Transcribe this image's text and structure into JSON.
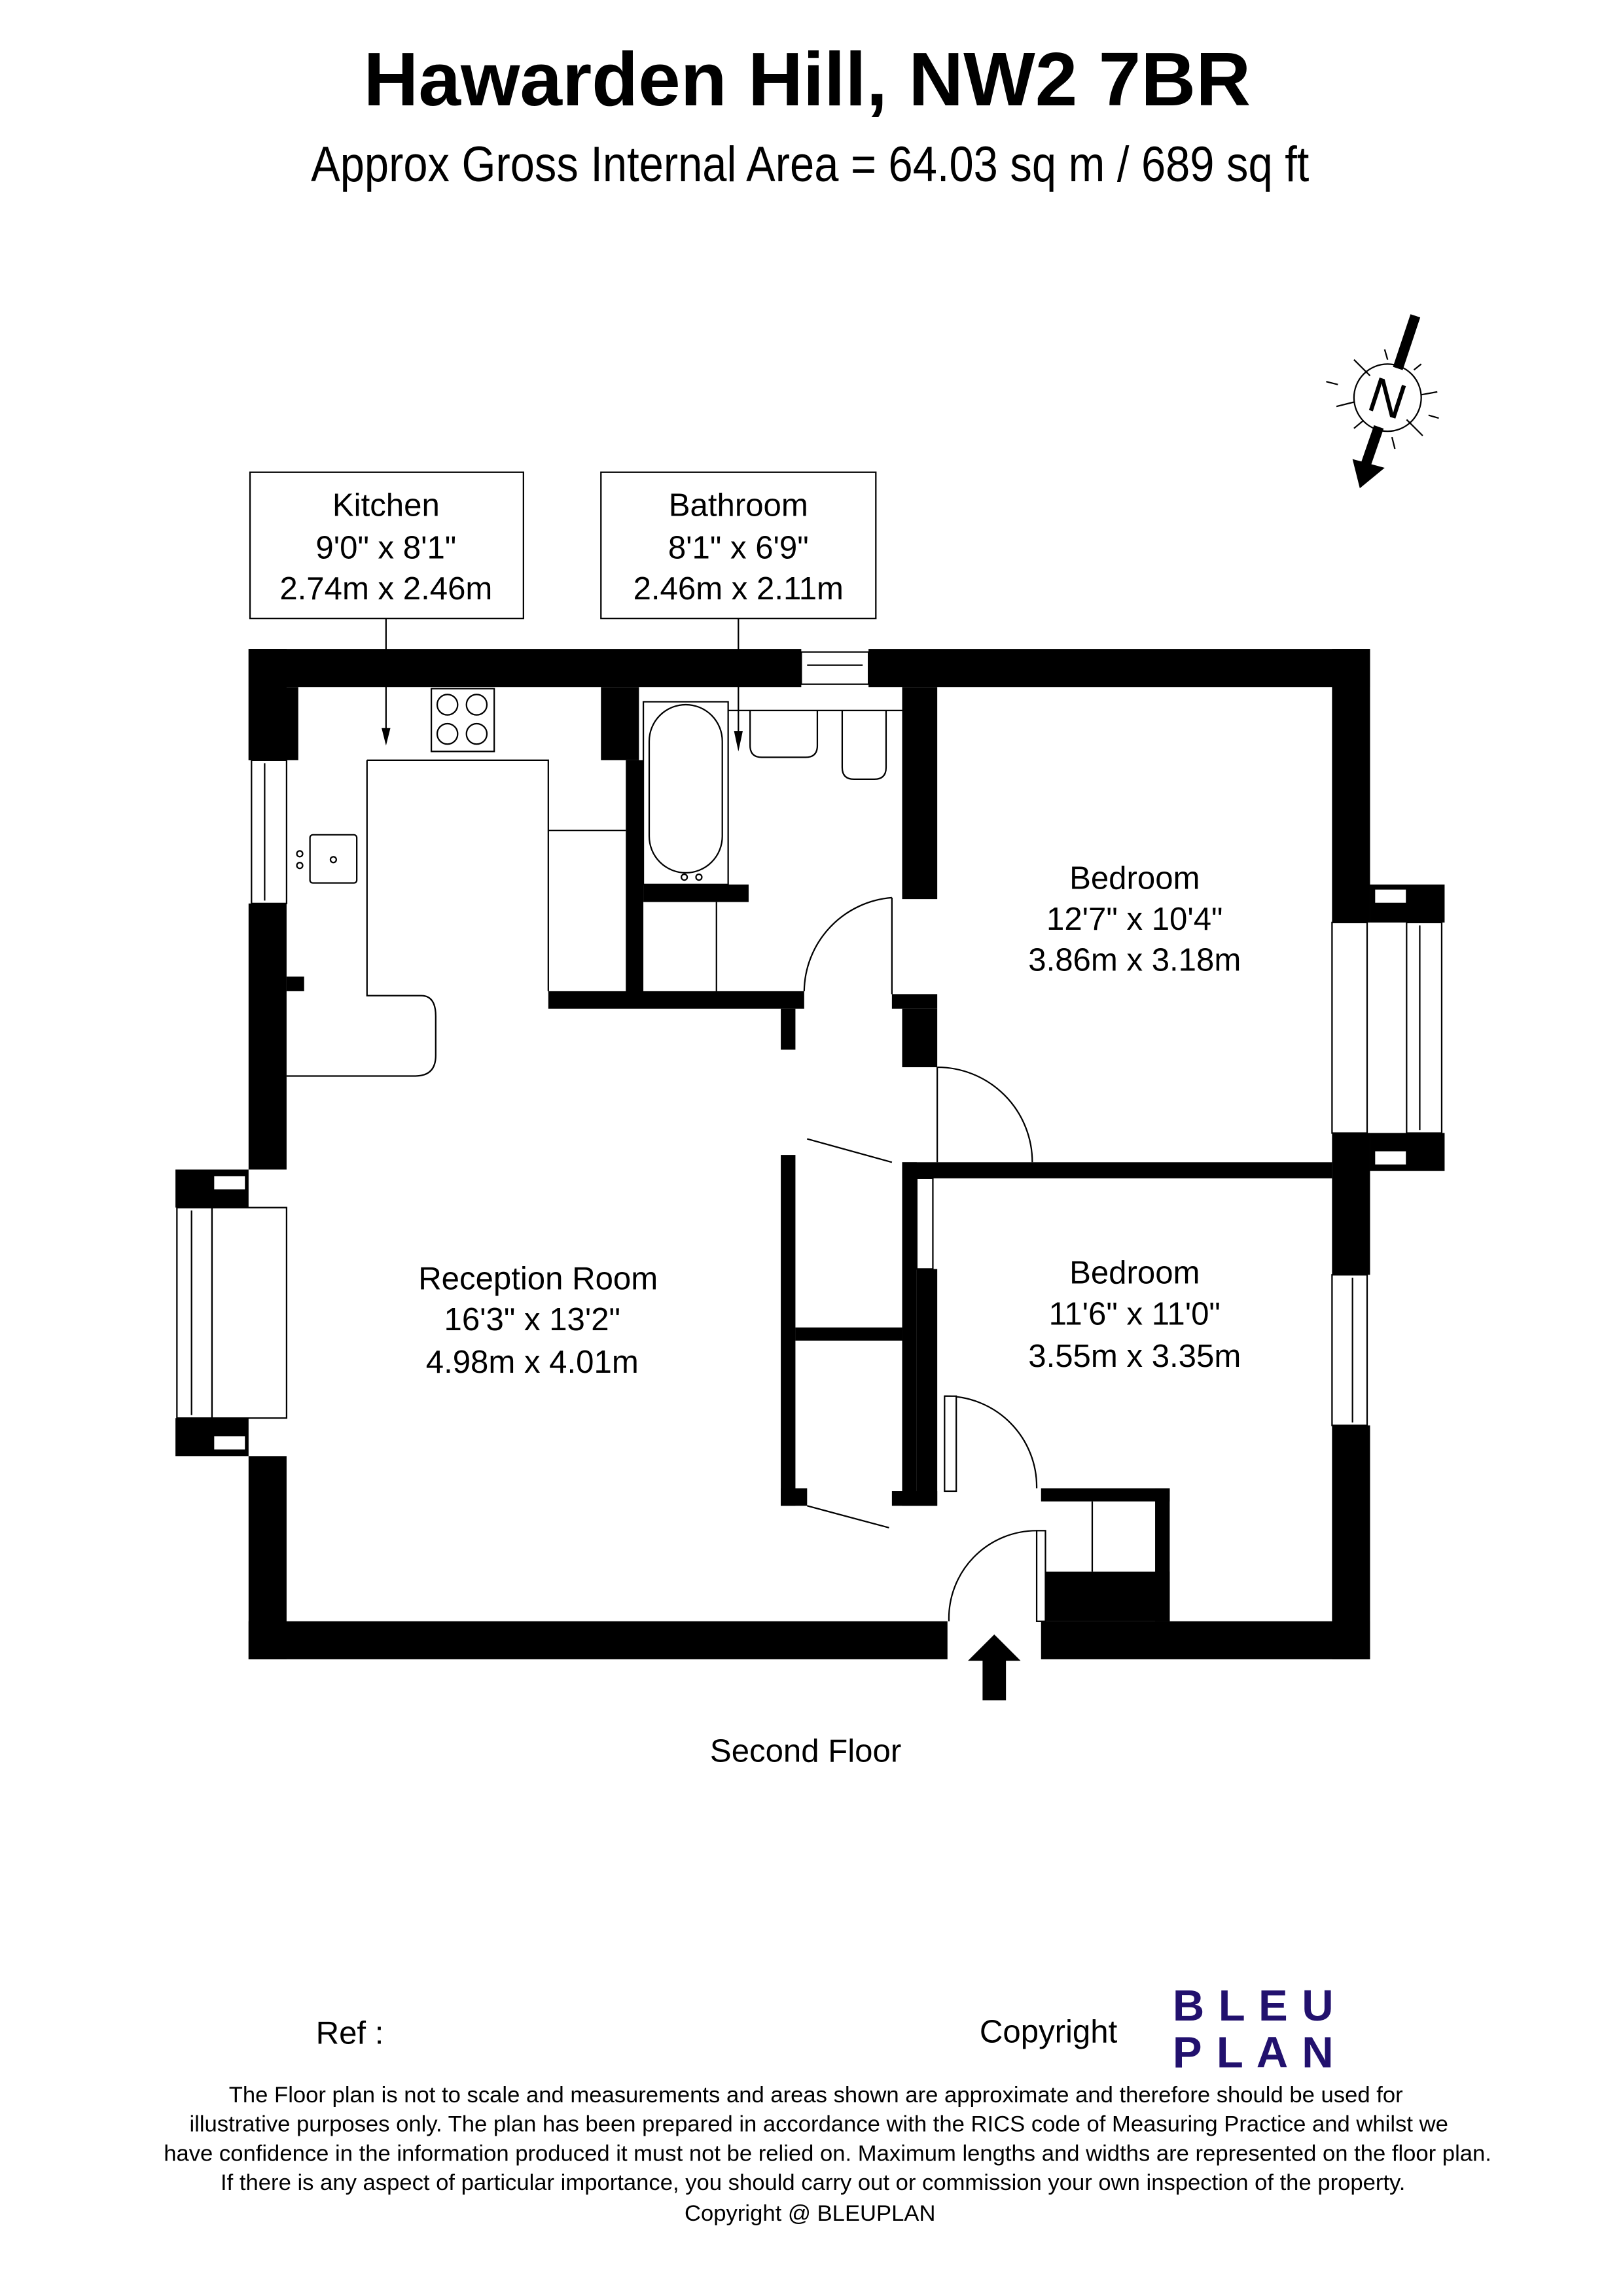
{
  "header": {
    "title": "Hawarden Hill, NW2 7BR",
    "subtitle": "Approx Gross Internal Area = 64.03 sq m / 689 sq ft"
  },
  "compass": {
    "label": "N"
  },
  "rooms": [
    {
      "name": "Kitchen",
      "imperial": "9'0\" x 8'1\"",
      "metric": "2.74m x 2.46m"
    },
    {
      "name": "Bathroom",
      "imperial": "8'1\" x 6'9\"",
      "metric": "2.46m x 2.11m"
    },
    {
      "name": "Bedroom",
      "imperial": "12'7\" x 10'4\"",
      "metric": "3.86m x 3.18m"
    },
    {
      "name": "Reception Room",
      "imperial": "16'3\" x 13'2\"",
      "metric": "4.98m x 4.01m"
    },
    {
      "name": "Bedroom",
      "imperial": "11'6\" x 11'0\"",
      "metric": "3.55m x 3.35m"
    }
  ],
  "floor_label": "Second Floor",
  "footer": {
    "ref": "Ref  :",
    "copyright": "Copyright",
    "logo": {
      "line1": "B L E U",
      "line2": "P L A N",
      "color": "#22116e"
    },
    "disclaimer": [
      "The Floor plan is not to scale and measurements and areas shown are approximate and therefore should be used for",
      "illustrative purposes only. The plan has been prepared in accordance with the RICS code of Measuring Practice and whilst we",
      "have confidence in the information produced it must not be relied on. Maximum lengths and widths are represented on the floor plan.",
      "If there is any aspect of particular importance, you should carry out or commission your own inspection of the property."
    ],
    "copyright_line": "Copyright @ BLEUPLAN"
  }
}
